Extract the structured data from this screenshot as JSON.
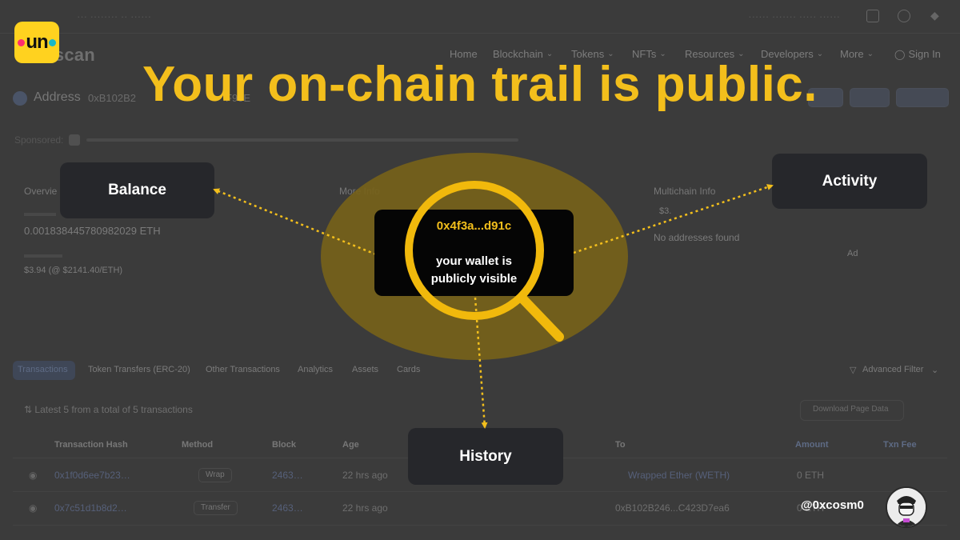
{
  "background_page": {
    "topbar_left": "··· ········ ·· ······",
    "topbar_right": "······ ······· ····· ······",
    "brand": "··herscan",
    "nav": [
      {
        "label": "Home",
        "chevron": false
      },
      {
        "label": "Blockchain",
        "chevron": true
      },
      {
        "label": "Tokens",
        "chevron": true
      },
      {
        "label": "NFTs",
        "chevron": true
      },
      {
        "label": "Resources",
        "chevron": true
      },
      {
        "label": "Developers",
        "chevron": true
      },
      {
        "label": "More",
        "chevron": true
      }
    ],
    "sign_in": "Sign In",
    "address_label": "Address",
    "address_hash": "0xB102B2",
    "address_hash_tail": "F90E",
    "sponsored": "Sponsored:",
    "overview": {
      "heading": "Overvie",
      "eth_balance_value": "0.001838445780982029 ETH",
      "eth_value_value": "$3.94 (@ $2141.40/ETH)"
    },
    "more_info": {
      "heading": "More Info"
    },
    "multichain": {
      "heading": "Multichain Info",
      "portfolio": "$3.",
      "no_addresses": "No addresses found",
      "ad": "Ad"
    },
    "tabs": {
      "transactions": "Transactions",
      "items": [
        {
          "label": "Token Transfers (ERC-20)"
        },
        {
          "label": "Other Transactions"
        },
        {
          "label": "Analytics"
        },
        {
          "label": "Assets"
        },
        {
          "label": "Cards"
        }
      ],
      "advanced_filter": "Advanced Filter"
    },
    "latest": "Latest 5 from a total of 5 transactions",
    "download": "Download Page Data",
    "table": {
      "headers": {
        "hash": "Transaction Hash",
        "method": "Method",
        "block": "Block",
        "age": "Age",
        "to": "To",
        "amount": "Amount",
        "fee": "Txn Fee"
      },
      "rows": [
        {
          "hash": "0x1f0d6ee7b23…",
          "method": "Wrap",
          "block": "2463…",
          "age": "22 hrs ago",
          "to": "Wrapped Ether (WETH)",
          "amount": "0 ETH"
        },
        {
          "hash": "0x7c51d1b8d2…",
          "method": "Transfer",
          "block": "2463…",
          "age": "22 hrs ago",
          "to": "0xB102B246...C423D7ea6",
          "amount": "0 ETH"
        }
      ]
    }
  },
  "overlay": {
    "logo_text": "un",
    "headline": "Your on-chain trail is public.",
    "wallet_address": "0x4f3a...d91c",
    "wallet_message": "your wallet is publicly visible",
    "labels": {
      "balance": "Balance",
      "activity": "Activity",
      "history": "History"
    },
    "handle": "@0xcosm0"
  },
  "colors": {
    "accent": "#f3bf1c",
    "background": "#3b3b3b",
    "box": "#26272b",
    "center_box": "#050505"
  }
}
